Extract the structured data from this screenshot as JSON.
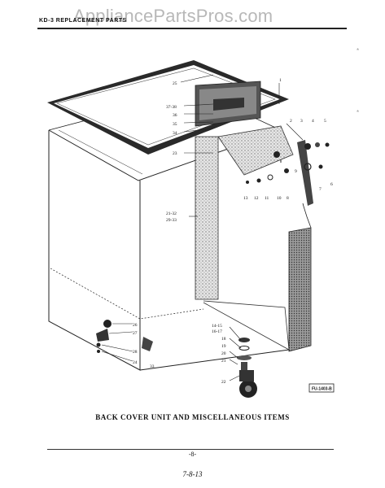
{
  "header": {
    "title": "KD-3 REPLACEMENT PARTS"
  },
  "watermark": {
    "text": "AppliancePartsPros.com"
  },
  "edge_marks": [
    "*",
    "*"
  ],
  "diagram": {
    "callouts": {
      "c25": "25",
      "c37_38": "37-38",
      "c36": "36",
      "c35": "35",
      "c34": "34",
      "c23": "23",
      "c1": "1",
      "c2": "2",
      "c3": "3",
      "c4": "4",
      "c5": "5",
      "c6": "6",
      "c7": "7",
      "c8": "8",
      "c9": "9",
      "c10": "10",
      "c11": "11",
      "c12": "12",
      "c13": "13",
      "c21_32": "21-32",
      "c29_33": "29-33",
      "c14_15": "14-15",
      "c16_17": "16-17",
      "c18": "18",
      "c19": "19",
      "c20": "20",
      "c21": "21",
      "c22": "22",
      "c26": "26",
      "c27": "27",
      "c28": "28",
      "c24": "24",
      "c33": "33"
    },
    "figure_code": "FU-1403-B"
  },
  "caption": "BACK COVER UNIT AND MISCELLANEOUS ITEMS",
  "page_number": "-8-",
  "date_note": "7-8-13"
}
